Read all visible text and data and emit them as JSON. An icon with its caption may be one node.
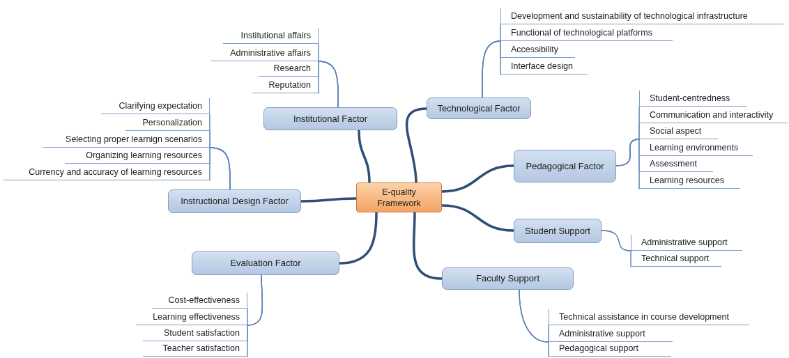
{
  "diagram": {
    "nodes": [
      {
        "text": [
          "E-quality Framework"
        ]
      },
      {
        "text": [
          "Institutional Factor"
        ]
      },
      {
        "text": [
          "Institutional affairs"
        ]
      },
      {
        "text": [
          "Administrative affairs"
        ]
      },
      {
        "text": [
          "Research"
        ]
      },
      {
        "text": [
          "Reputation"
        ]
      },
      {
        "text": [
          "Technological Factor"
        ]
      },
      {
        "text": [
          "Development and sustainability of technological infrastructure"
        ]
      },
      {
        "text": [
          "Functional of technological platforms"
        ]
      },
      {
        "text": [
          "Accessibility"
        ]
      },
      {
        "text": [
          "Interface design"
        ]
      },
      {
        "text": [
          "Instructional Design Factor"
        ]
      },
      {
        "text": [
          "Clarifying expectation"
        ]
      },
      {
        "text": [
          "Personalization"
        ]
      },
      {
        "text": [
          "Selecting proper learnign scenarios"
        ]
      },
      {
        "text": [
          "Organizing learning resources"
        ]
      },
      {
        "text": [
          "Currency and accuracy of learning resources"
        ]
      },
      {
        "text": [
          "Pedagogical Factor"
        ]
      },
      {
        "text": [
          "Student-centredness"
        ]
      },
      {
        "text": [
          "Communication and interactivity"
        ]
      },
      {
        "text": [
          "Social aspect"
        ]
      },
      {
        "text": [
          "Learning environments"
        ]
      },
      {
        "text": [
          "Assessment"
        ]
      },
      {
        "text": [
          "Learning resources"
        ]
      },
      {
        "text": [
          "Student Support"
        ]
      },
      {
        "text": [
          "Administrative support"
        ]
      },
      {
        "text": [
          "Technical support"
        ]
      },
      {
        "text": [
          "Evaluation Factor"
        ]
      },
      {
        "text": [
          "Cost-effectiveness"
        ]
      },
      {
        "text": [
          "Learning effectiveness"
        ]
      },
      {
        "text": [
          "Student satisfaction"
        ]
      },
      {
        "text": [
          "Teacher satisfaction"
        ]
      },
      {
        "text": [
          "Faculty Support"
        ]
      },
      {
        "text": [
          "Technical assistance in course development"
        ]
      },
      {
        "text": [
          "Administrative support"
        ]
      },
      {
        "text": [
          "Pedagogical support"
        ]
      }
    ],
    "edges": [
      {
        "from": 0,
        "to": 1,
        "arrow": "none",
        "style": "thick",
        "color": "#2f4f77"
      },
      {
        "from": 0,
        "to": 6,
        "arrow": "none",
        "style": "thick",
        "color": "#2f4f77"
      },
      {
        "from": 0,
        "to": 11,
        "arrow": "none",
        "style": "thick",
        "color": "#2f4f77"
      },
      {
        "from": 0,
        "to": 17,
        "arrow": "none",
        "style": "thick",
        "color": "#2f4f77"
      },
      {
        "from": 0,
        "to": 24,
        "arrow": "none",
        "style": "thick",
        "color": "#2f4f77"
      },
      {
        "from": 0,
        "to": 27,
        "arrow": "none",
        "style": "thick",
        "color": "#2f4f77"
      },
      {
        "from": 0,
        "to": 32,
        "arrow": "none",
        "style": "thick",
        "color": "#2f4f77"
      },
      {
        "from": 1,
        "to": 2,
        "arrow": "none"
      },
      {
        "from": 1,
        "to": 3,
        "arrow": "none"
      },
      {
        "from": 1,
        "to": 4,
        "arrow": "none"
      },
      {
        "from": 1,
        "to": 5,
        "arrow": "none"
      },
      {
        "from": 6,
        "to": 7,
        "arrow": "none"
      },
      {
        "from": 6,
        "to": 8,
        "arrow": "none"
      },
      {
        "from": 6,
        "to": 9,
        "arrow": "none"
      },
      {
        "from": 6,
        "to": 10,
        "arrow": "none"
      },
      {
        "from": 11,
        "to": 12,
        "arrow": "none"
      },
      {
        "from": 11,
        "to": 13,
        "arrow": "none"
      },
      {
        "from": 11,
        "to": 14,
        "arrow": "none"
      },
      {
        "from": 11,
        "to": 15,
        "arrow": "none"
      },
      {
        "from": 11,
        "to": 16,
        "arrow": "none"
      },
      {
        "from": 17,
        "to": 18,
        "arrow": "none"
      },
      {
        "from": 17,
        "to": 19,
        "arrow": "none"
      },
      {
        "from": 17,
        "to": 20,
        "arrow": "none"
      },
      {
        "from": 17,
        "to": 21,
        "arrow": "none"
      },
      {
        "from": 17,
        "to": 22,
        "arrow": "none"
      },
      {
        "from": 17,
        "to": 23,
        "arrow": "none"
      },
      {
        "from": 24,
        "to": 25,
        "arrow": "none"
      },
      {
        "from": 24,
        "to": 26,
        "arrow": "none"
      },
      {
        "from": 27,
        "to": 28,
        "arrow": "none"
      },
      {
        "from": 27,
        "to": 29,
        "arrow": "none"
      },
      {
        "from": 27,
        "to": 30,
        "arrow": "none"
      },
      {
        "from": 27,
        "to": 31,
        "arrow": "none"
      },
      {
        "from": 32,
        "to": 33,
        "arrow": "none"
      },
      {
        "from": 32,
        "to": 34,
        "arrow": "none"
      },
      {
        "from": 32,
        "to": 35,
        "arrow": "none"
      }
    ]
  }
}
